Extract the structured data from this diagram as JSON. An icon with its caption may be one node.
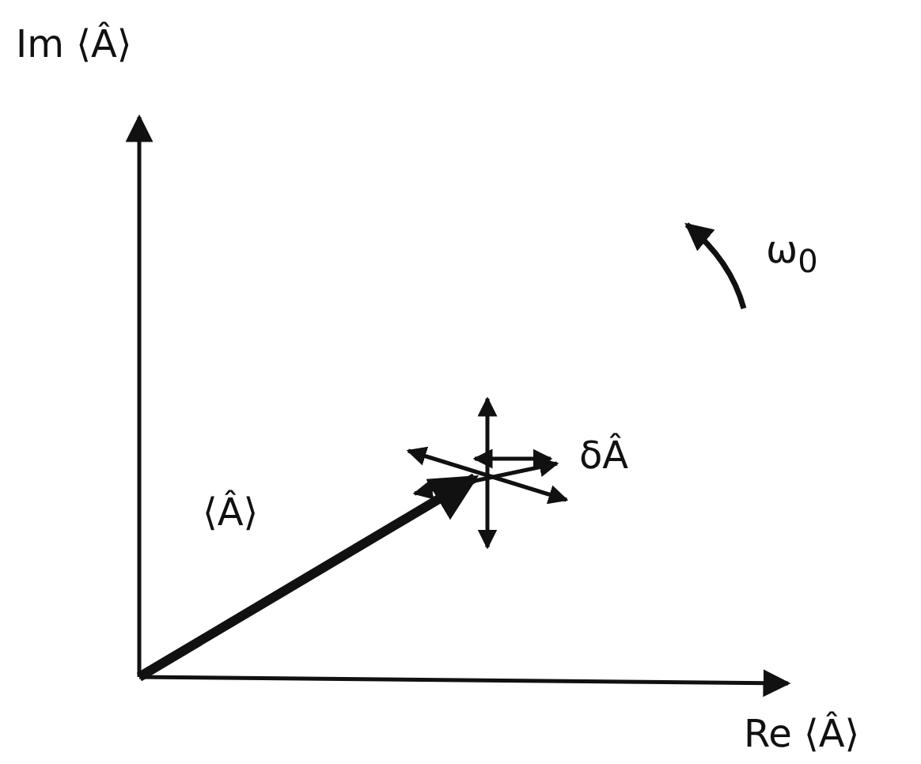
{
  "diagram": {
    "labels": [
      "Im ⟨Â⟩",
      "ω$_{0}$",
      "δÂ",
      "⟨Â⟩",
      "Re ⟨Â⟩"
    ]
  }
}
